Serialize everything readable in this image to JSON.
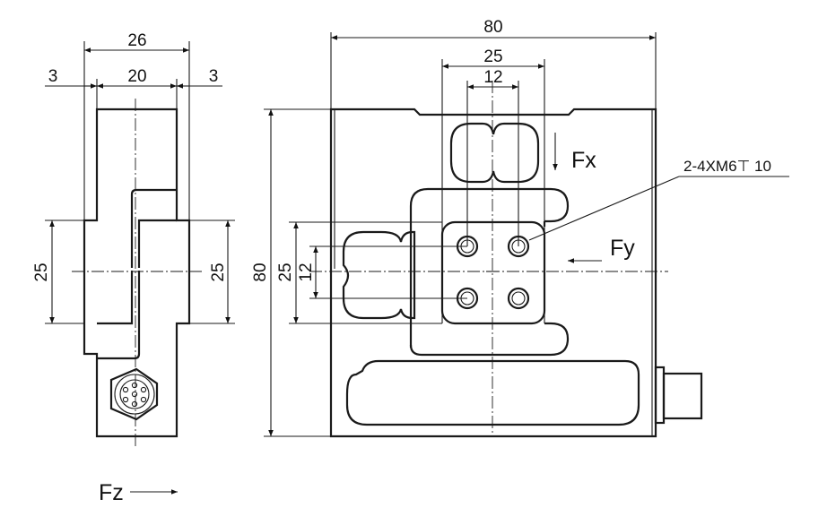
{
  "side_view": {
    "dims": {
      "overall_width": "26",
      "inner_width": "20",
      "left_offset": "3",
      "right_offset": "3",
      "left_height": "25",
      "right_height": "25"
    },
    "force_label": "Fz"
  },
  "front_view": {
    "dims": {
      "overall_width": "80",
      "hole_span_outer": "25",
      "hole_span_inner": "12",
      "overall_height": "80",
      "vert_outer": "25",
      "vert_inner": "12"
    },
    "callout": "2-4XM6⊤ 10",
    "force_x": "Fx",
    "force_y": "Fy"
  }
}
